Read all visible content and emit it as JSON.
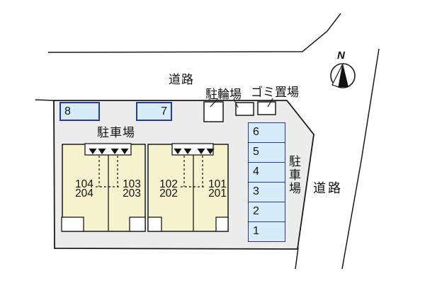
{
  "labels": {
    "road_top": "道路",
    "road_right": "道路",
    "bicycle_parking": "駐輪場",
    "garbage_area": "ゴミ置場",
    "parking_lot_top": "駐車場",
    "parking_lot_right": "駐車場",
    "north": "N"
  },
  "building": {
    "units": [
      {
        "line1": "104",
        "line2": "204"
      },
      {
        "line1": "103",
        "line2": "203"
      },
      {
        "line1": "102",
        "line2": "202"
      },
      {
        "line1": "101",
        "line2": "201"
      }
    ]
  },
  "parking": {
    "top_spaces": [
      {
        "number": "8"
      },
      {
        "number": "7"
      }
    ],
    "right_spaces": [
      {
        "number": "6"
      },
      {
        "number": "5"
      },
      {
        "number": "4"
      },
      {
        "number": "3"
      },
      {
        "number": "2"
      },
      {
        "number": "1"
      }
    ]
  },
  "colors": {
    "site_fill": "#ececec",
    "building_fill": "#f7f2ce",
    "parking_space_fill": "#d7ecf9",
    "parking_space_border": "#2b3a8c",
    "outline": "#1a1a1a",
    "background": "#ffffff"
  }
}
